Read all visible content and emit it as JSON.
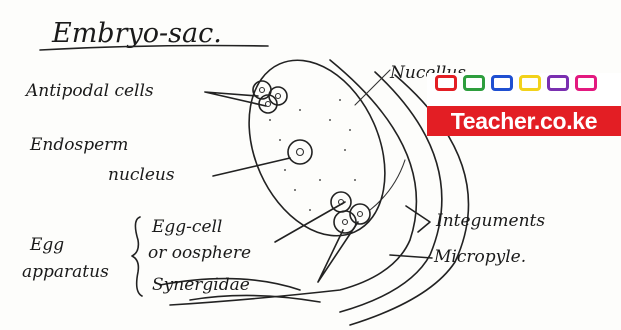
{
  "title": "Embryo-sac.",
  "labels": {
    "antipodal": "Antipodal cells",
    "nucellus": "Nucellus",
    "endosperm_line1": "Endosperm",
    "endosperm_line2": "nucleus",
    "egg_apparatus_line1": "Egg",
    "egg_apparatus_line2": "apparatus",
    "egg_cell_line1": "Egg-cell",
    "egg_cell_line2": "or oosphere",
    "synergidae": "Synergidae",
    "integuments": "Integuments",
    "micropyle": "Micropyle."
  },
  "watermark": {
    "text": "Teacher.co.ke",
    "square_colors": [
      "#e31e24",
      "#2e9e3e",
      "#1f4fd1",
      "#f2d21b",
      "#7a2fb0",
      "#e3197f"
    ],
    "banner_color": "#e31e24"
  }
}
